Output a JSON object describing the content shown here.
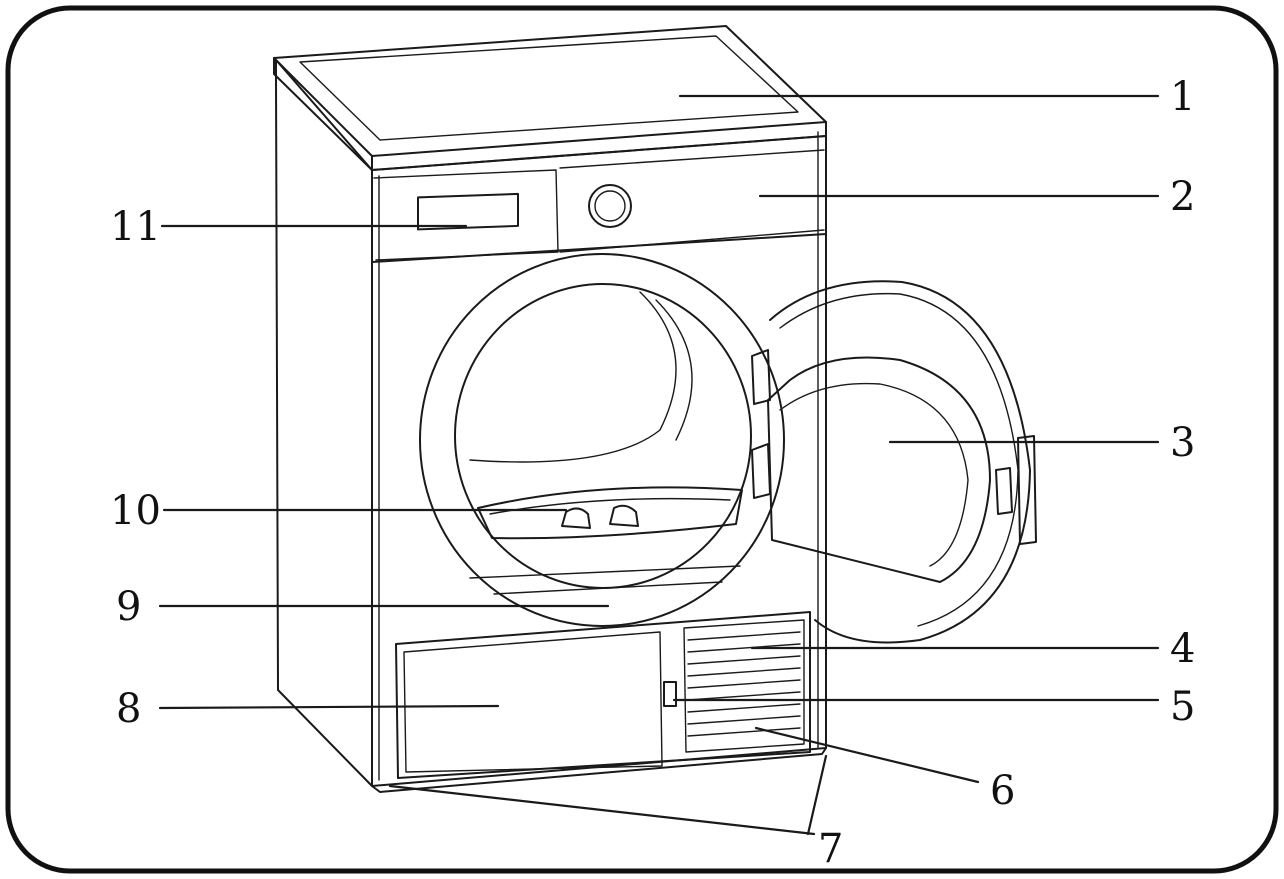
{
  "diagram": {
    "subject": "tumble dryer with door open",
    "callouts": [
      {
        "id": "1",
        "label": "1"
      },
      {
        "id": "2",
        "label": "2"
      },
      {
        "id": "3",
        "label": "3"
      },
      {
        "id": "4",
        "label": "4"
      },
      {
        "id": "5",
        "label": "5"
      },
      {
        "id": "6",
        "label": "6"
      },
      {
        "id": "7",
        "label": "7"
      },
      {
        "id": "8",
        "label": "8"
      },
      {
        "id": "9",
        "label": "9"
      },
      {
        "id": "10",
        "label": "10"
      },
      {
        "id": "11",
        "label": "11"
      }
    ]
  }
}
